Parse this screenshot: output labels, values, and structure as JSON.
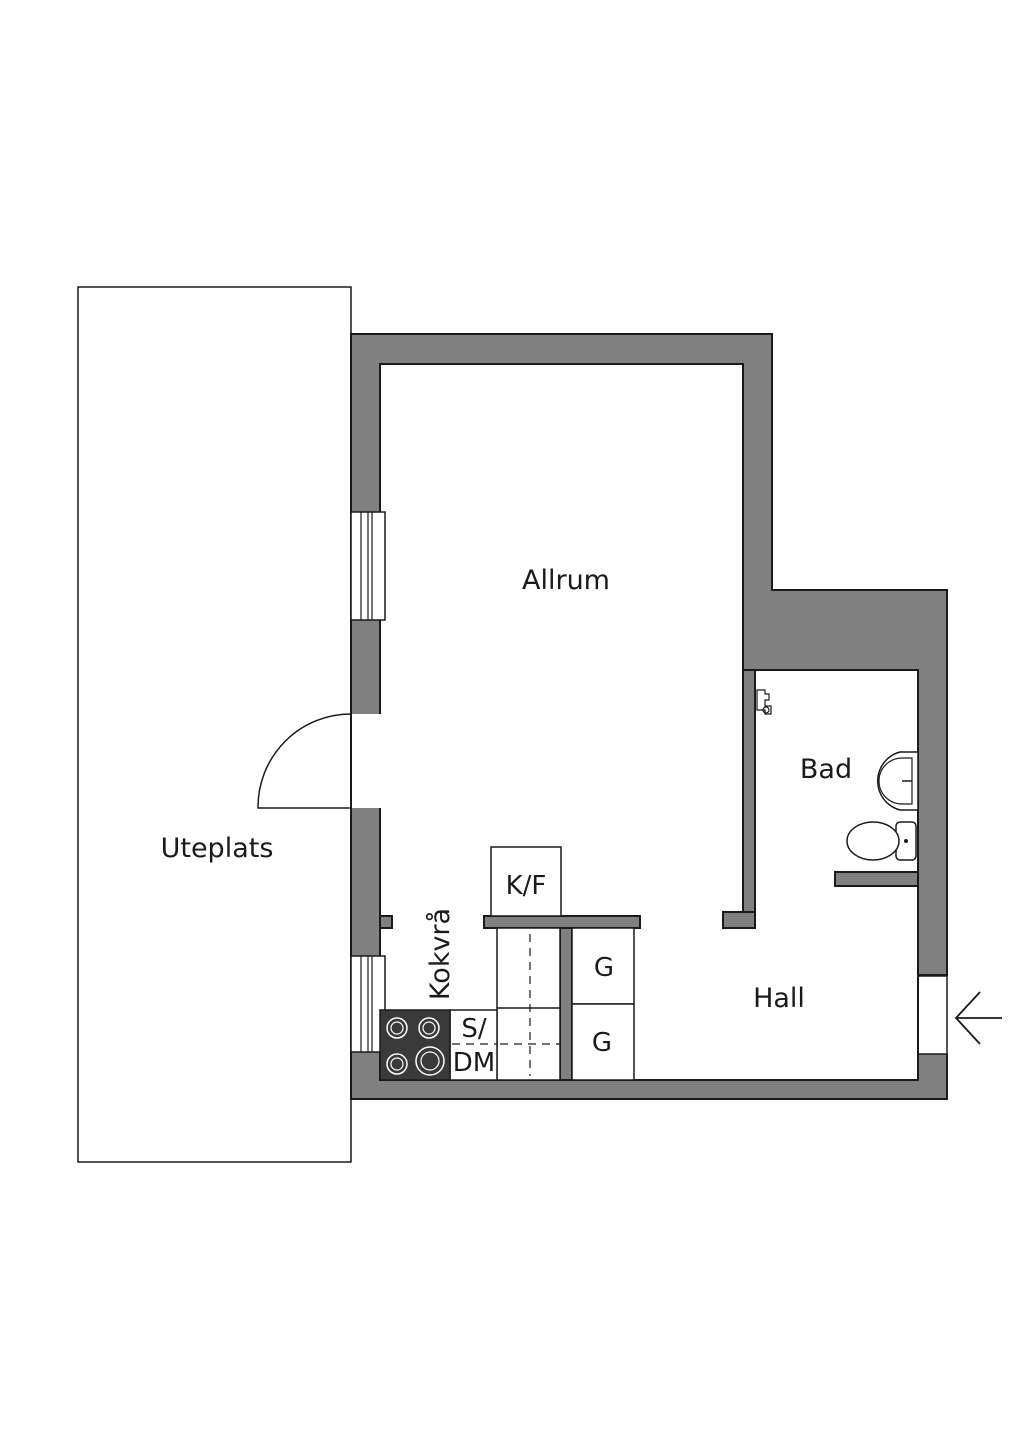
{
  "rooms": {
    "allrum": "Allrum",
    "bad": "Bad",
    "hall": "Hall",
    "uteplats": "Uteplats",
    "kokvra": "Kokvrå"
  },
  "fixtures": {
    "fridge_freezer": "K/F",
    "sink_dishwasher_line1": "S/",
    "sink_dishwasher_line2": "DM",
    "wardrobe_upper": "G",
    "wardrobe_lower": "G"
  },
  "icons": {
    "entrance": "entrance-arrow-icon",
    "stove": "stove-icon",
    "toilet": "toilet-icon",
    "washbasin": "washbasin-icon",
    "shower": "shower-icon"
  },
  "colors": {
    "wall": "#808080",
    "line": "#1a1a1a",
    "stove": "#3a3a3a"
  }
}
